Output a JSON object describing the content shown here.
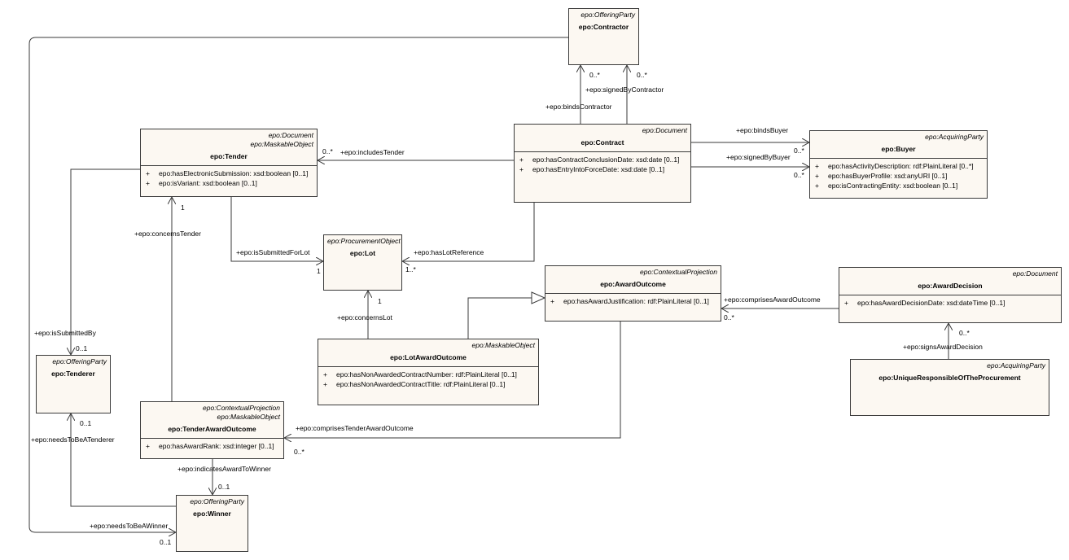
{
  "classes": {
    "contractor": {
      "stereotypes": [
        "epo:OfferingParty"
      ],
      "name": "epo:Contractor",
      "attributes": []
    },
    "tender": {
      "stereotypes": [
        "epo:Document",
        "epo:MaskableObject"
      ],
      "name": "epo:Tender",
      "attributes": [
        "epo:hasElectronicSubmission: xsd:boolean [0..1]",
        "epo:isVariant: xsd:boolean [0..1]"
      ]
    },
    "contract": {
      "stereotypes": [
        "epo:Document"
      ],
      "name": "epo:Contract",
      "attributes": [
        "epo:hasContractConclusionDate: xsd:date [0..1]",
        "epo:hasEntryIntoForceDate: xsd:date [0..1]"
      ]
    },
    "buyer": {
      "stereotypes": [
        "epo:AcquiringParty"
      ],
      "name": "epo:Buyer",
      "attributes": [
        "epo:hasActivityDescription: rdf:PlainLiteral [0..*]",
        "epo:hasBuyerProfile: xsd:anyURI [0..1]",
        "epo:isContractingEntity: xsd:boolean [0..1]"
      ]
    },
    "lot": {
      "stereotypes": [
        "epo:ProcurementObject"
      ],
      "name": "epo:Lot",
      "attributes": []
    },
    "awardOutcome": {
      "stereotypes": [
        "epo:ContextualProjection"
      ],
      "name": "epo:AwardOutcome",
      "attributes": [
        "epo:hasAwardJustification: rdf:PlainLiteral [0..1]"
      ]
    },
    "awardDecision": {
      "stereotypes": [
        "epo:Document"
      ],
      "name": "epo:AwardDecision",
      "attributes": [
        "epo:hasAwardDecisionDate: xsd:dateTime [0..1]"
      ]
    },
    "lotAwardOutcome": {
      "stereotypes": [
        "epo:MaskableObject"
      ],
      "name": "epo:LotAwardOutcome",
      "attributes": [
        "epo:hasNonAwardedContractNumber: rdf:PlainLiteral [0..1]",
        "epo:hasNonAwardedContractTitle: rdf:PlainLiteral [0..1]"
      ]
    },
    "tenderer": {
      "stereotypes": [
        "epo:OfferingParty"
      ],
      "name": "epo:Tenderer",
      "attributes": []
    },
    "tenderAwardOutcome": {
      "stereotypes": [
        "epo:ContextualProjection",
        "epo:MaskableObject"
      ],
      "name": "epo:TenderAwardOutcome",
      "attributes": [
        "epo:hasAwardRank: xsd:integer [0..1]"
      ]
    },
    "uniqueResponsible": {
      "stereotypes": [
        "epo:AcquiringParty"
      ],
      "name": "epo:UniqueResponsibleOfTheProcurement",
      "attributes": []
    },
    "winner": {
      "stereotypes": [
        "epo:OfferingParty"
      ],
      "name": "epo:Winner",
      "attributes": []
    }
  },
  "attribute_marker": "+",
  "labels": {
    "signedByContractor": "+epo:signedByContractor",
    "bindsContractor": "+epo:bindsContractor",
    "contractorMult1": "0..*",
    "contractorMult2": "0..*",
    "includesTender": "+epo:includesTender",
    "includesTenderMult": "0..*",
    "bindsBuyer": "+epo:bindsBuyer",
    "bindsBuyerMult": "0..*",
    "signedByBuyer": "+epo:signedByBuyer",
    "signedByBuyerMult": "0..*",
    "concernsTender": "+epo:concernsTender",
    "concernsTenderMult": "1",
    "isSubmittedForLot": "+epo:isSubmittedForLot",
    "isSubmittedForLotMult": "1",
    "hasLotReference": "+epo:hasLotReference",
    "hasLotReferenceMult": "1..*",
    "comprisesAwardOutcome": "+epo:comprisesAwardOutcome",
    "comprisesAwardOutcomeMult": "0..*",
    "concernsLot": "+epo:concernsLot",
    "concernsLotMult": "1",
    "signsAwardDecision": "+epo:signsAwardDecision",
    "signsAwardDecisionMult": "0..*",
    "isSubmittedBy": "+epo:isSubmittedBy",
    "isSubmittedByMult": "0..1",
    "needsToBeATenderer": "+epo:needsToBeATenderer",
    "needsToBeATendererMult": "0..1",
    "comprisesTenderAwardOutcome": "+epo:comprisesTenderAwardOutcome",
    "comprisesTenderAwardOutcomeMult": "0..*",
    "indicatesAwardToWinner": "+epo:indicatesAwardToWinner",
    "indicatesAwardToWinnerMult": "0..1",
    "needsToBeAWinner": "+epo:needsToBeAWinner",
    "needsToBeAWinnerMult": "0..1"
  },
  "colors": {
    "class_fill": "#fcf8f2",
    "line": "#3a3a3a"
  }
}
